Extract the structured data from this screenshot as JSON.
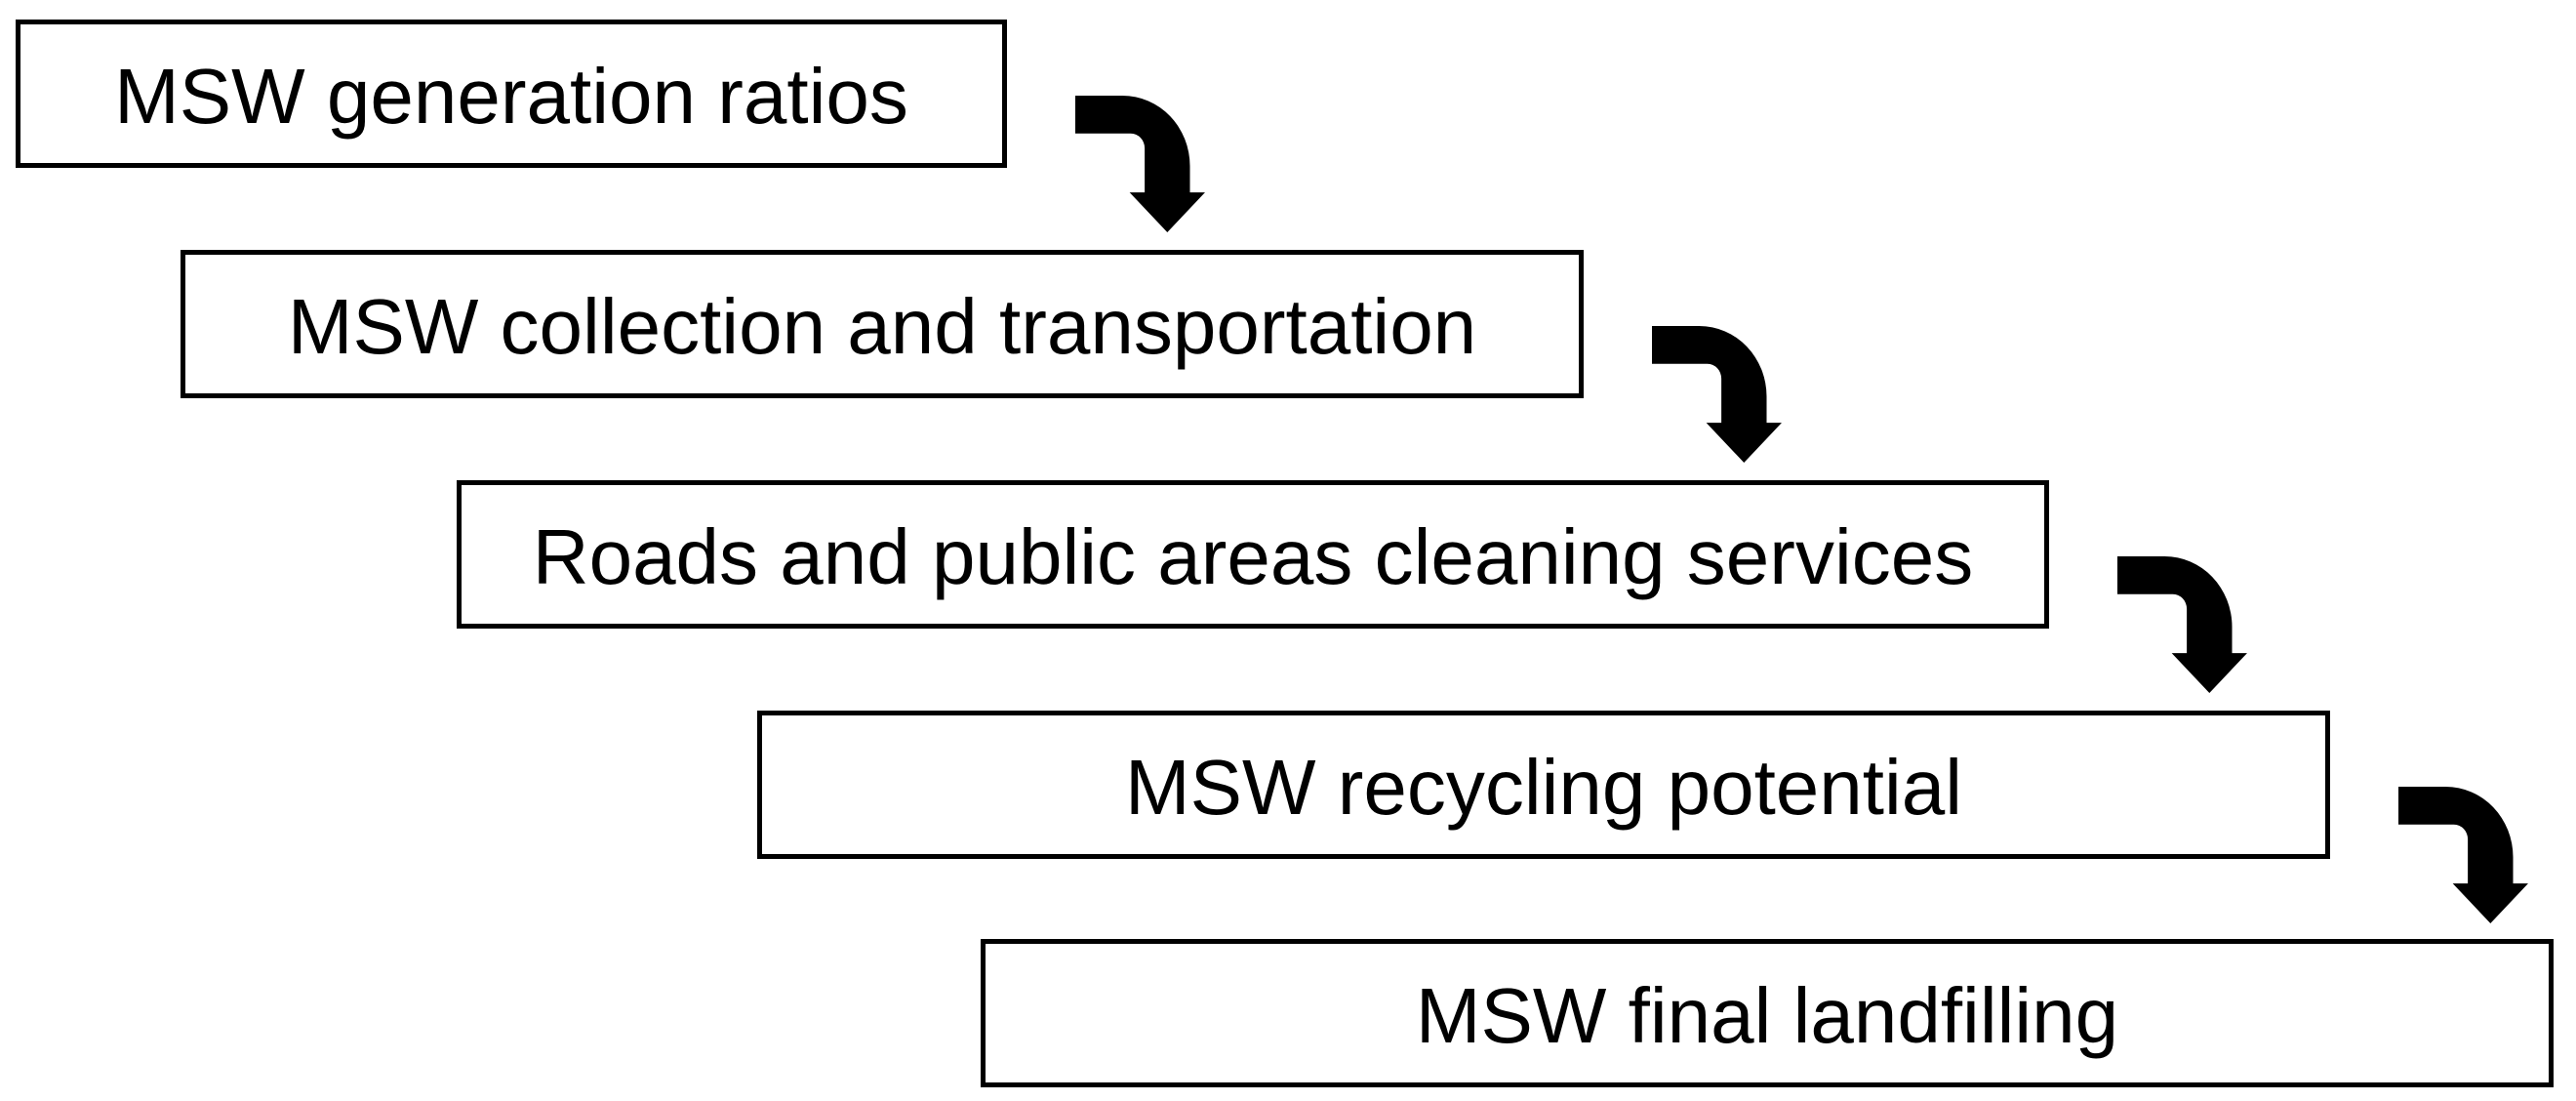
{
  "diagram": {
    "description": "MSW management staircase flow diagram",
    "steps": [
      {
        "label": "MSW generation ratios"
      },
      {
        "label": "MSW collection and transportation"
      },
      {
        "label": "Roads and public areas cleaning services"
      },
      {
        "label": "MSW recycling potential"
      },
      {
        "label": "MSW final landfilling"
      }
    ],
    "connector": {
      "icon": "bent-arrow-down",
      "count": 4
    },
    "colors": {
      "background": "#ffffff",
      "box_fill": "#ffffff",
      "box_border": "#000000",
      "text": "#000000",
      "arrow": "#000000"
    }
  }
}
